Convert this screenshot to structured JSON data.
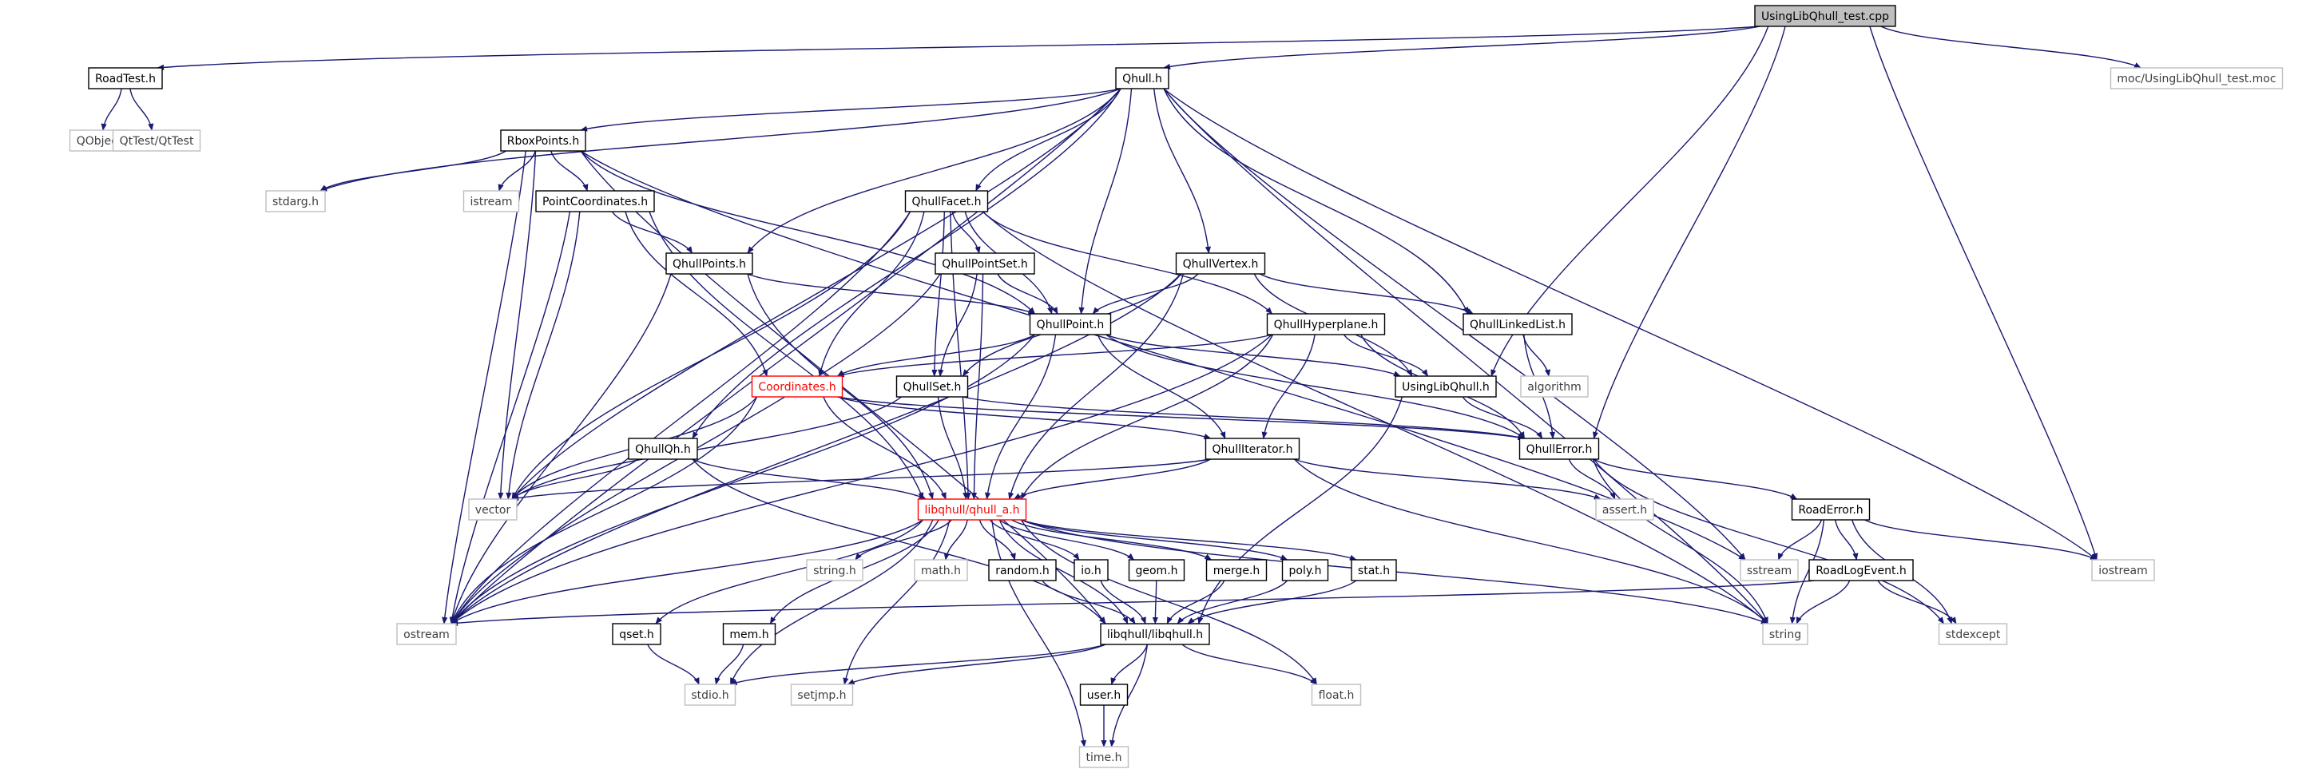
{
  "graph": {
    "colors": {
      "edge": "#191970",
      "node_border": "#000000",
      "node_border_external": "#bfbfbf",
      "node_border_red": "#ff0000",
      "root_fill": "#bfbfbf",
      "text": "#000000",
      "text_external": "#404040",
      "text_red": "#ff0000"
    },
    "nodes": [
      {
        "id": "root",
        "label": "UsingLibQhull_test.cpp",
        "style": "root"
      },
      {
        "id": "roadtest",
        "label": "RoadTest.h",
        "style": "local"
      },
      {
        "id": "qhull",
        "label": "Qhull.h",
        "style": "local"
      },
      {
        "id": "moc",
        "label": "moc/UsingLibQhull_test.moc",
        "style": "external"
      },
      {
        "id": "qobject",
        "label": "QObject",
        "style": "external"
      },
      {
        "id": "qttest",
        "label": "QtTest/QtTest",
        "style": "external"
      },
      {
        "id": "rboxpoints",
        "label": "RboxPoints.h",
        "style": "local"
      },
      {
        "id": "stdarg",
        "label": "stdarg.h",
        "style": "external"
      },
      {
        "id": "istream",
        "label": "istream",
        "style": "external"
      },
      {
        "id": "pointcoords",
        "label": "PointCoordinates.h",
        "style": "local"
      },
      {
        "id": "qhullfacet",
        "label": "QhullFacet.h",
        "style": "local"
      },
      {
        "id": "qhullpoints",
        "label": "QhullPoints.h",
        "style": "local"
      },
      {
        "id": "qhullpointset",
        "label": "QhullPointSet.h",
        "style": "local"
      },
      {
        "id": "qhullvertex",
        "label": "QhullVertex.h",
        "style": "local"
      },
      {
        "id": "qhullpoint",
        "label": "QhullPoint.h",
        "style": "local"
      },
      {
        "id": "qhullhyperplane",
        "label": "QhullHyperplane.h",
        "style": "local"
      },
      {
        "id": "qhulllinkedlist",
        "label": "QhullLinkedList.h",
        "style": "local"
      },
      {
        "id": "algorithm",
        "label": "algorithm",
        "style": "external"
      },
      {
        "id": "coordinates",
        "label": "Coordinates.h",
        "style": "red"
      },
      {
        "id": "qhullset",
        "label": "QhullSet.h",
        "style": "local"
      },
      {
        "id": "usinglibqhull",
        "label": "UsingLibQhull.h",
        "style": "local"
      },
      {
        "id": "qhullerror",
        "label": "QhullError.h",
        "style": "local"
      },
      {
        "id": "qhullqh",
        "label": "QhullQh.h",
        "style": "local"
      },
      {
        "id": "qhulliterator",
        "label": "QhullIterator.h",
        "style": "local"
      },
      {
        "id": "vector",
        "label": "vector",
        "style": "external"
      },
      {
        "id": "qhulla",
        "label": "libqhull/qhull_a.h",
        "style": "red"
      },
      {
        "id": "assert",
        "label": "assert.h",
        "style": "external"
      },
      {
        "id": "roaderror",
        "label": "RoadError.h",
        "style": "local"
      },
      {
        "id": "sstream",
        "label": "sstream",
        "style": "external"
      },
      {
        "id": "iostream",
        "label": "iostream",
        "style": "external"
      },
      {
        "id": "roadlogevent",
        "label": "RoadLogEvent.h",
        "style": "local"
      },
      {
        "id": "stringh",
        "label": "string.h",
        "style": "external"
      },
      {
        "id": "mathh",
        "label": "math.h",
        "style": "external"
      },
      {
        "id": "randomh",
        "label": "random.h",
        "style": "local"
      },
      {
        "id": "ioh",
        "label": "io.h",
        "style": "local"
      },
      {
        "id": "geomh",
        "label": "geom.h",
        "style": "local"
      },
      {
        "id": "mergeh",
        "label": "merge.h",
        "style": "local"
      },
      {
        "id": "polyh",
        "label": "poly.h",
        "style": "local"
      },
      {
        "id": "stath",
        "label": "stat.h",
        "style": "local"
      },
      {
        "id": "ostream",
        "label": "ostream",
        "style": "external"
      },
      {
        "id": "qseth",
        "label": "qset.h",
        "style": "local"
      },
      {
        "id": "memh",
        "label": "mem.h",
        "style": "local"
      },
      {
        "id": "libqhullh",
        "label": "libqhull/libqhull.h",
        "style": "local"
      },
      {
        "id": "stdexcept",
        "label": "stdexcept",
        "style": "external"
      },
      {
        "id": "string",
        "label": "string",
        "style": "external"
      },
      {
        "id": "stdio",
        "label": "stdio.h",
        "style": "external"
      },
      {
        "id": "setjmp",
        "label": "setjmp.h",
        "style": "external"
      },
      {
        "id": "userh",
        "label": "user.h",
        "style": "local"
      },
      {
        "id": "floath",
        "label": "float.h",
        "style": "external"
      },
      {
        "id": "timeh",
        "label": "time.h",
        "style": "external"
      }
    ],
    "edges": [
      [
        "root",
        "roadtest"
      ],
      [
        "root",
        "qhull"
      ],
      [
        "root",
        "moc"
      ],
      [
        "root",
        "usinglibqhull"
      ],
      [
        "root",
        "qhullerror"
      ],
      [
        "root",
        "iostream"
      ],
      [
        "roadtest",
        "qobject"
      ],
      [
        "roadtest",
        "qttest"
      ],
      [
        "qhull",
        "rboxpoints"
      ],
      [
        "qhull",
        "qhullfacet"
      ],
      [
        "qhull",
        "qhullpoints"
      ],
      [
        "qhull",
        "qhullvertex"
      ],
      [
        "qhull",
        "qhullpoint"
      ],
      [
        "qhull",
        "qhulllinkedlist"
      ],
      [
        "qhull",
        "qhullqh"
      ],
      [
        "qhull",
        "stdarg"
      ],
      [
        "qhull",
        "vector"
      ],
      [
        "qhull",
        "ostream"
      ],
      [
        "qhull",
        "sstream"
      ],
      [
        "qhull",
        "string"
      ],
      [
        "qhull",
        "iostream"
      ],
      [
        "rboxpoints",
        "pointcoords"
      ],
      [
        "rboxpoints",
        "stdarg"
      ],
      [
        "rboxpoints",
        "istream"
      ],
      [
        "rboxpoints",
        "qhullpoint"
      ],
      [
        "rboxpoints",
        "vector"
      ],
      [
        "rboxpoints",
        "ostream"
      ],
      [
        "rboxpoints",
        "libqhullh"
      ],
      [
        "rboxpoints",
        "sstream"
      ],
      [
        "pointcoords",
        "qhullpoints"
      ],
      [
        "pointcoords",
        "coordinates"
      ],
      [
        "pointcoords",
        "qhulla"
      ],
      [
        "pointcoords",
        "vector"
      ],
      [
        "pointcoords",
        "ostream"
      ],
      [
        "qhullfacet",
        "qhullpointset"
      ],
      [
        "qhullfacet",
        "qhullpoint"
      ],
      [
        "qhullfacet",
        "qhullhyperplane"
      ],
      [
        "qhullfacet",
        "coordinates"
      ],
      [
        "qhullfacet",
        "qhullset"
      ],
      [
        "qhullfacet",
        "qhulla"
      ],
      [
        "qhullfacet",
        "vector"
      ],
      [
        "qhullfacet",
        "ostream"
      ],
      [
        "qhullfacet",
        "string"
      ],
      [
        "qhullpoints",
        "qhullpoint"
      ],
      [
        "qhullpoints",
        "qhulla"
      ],
      [
        "qhullpoints",
        "ostream"
      ],
      [
        "qhullpointset",
        "qhullpoint"
      ],
      [
        "qhullpointset",
        "qhullset"
      ],
      [
        "qhullpointset",
        "qhulla"
      ],
      [
        "qhullpointset",
        "ostream"
      ],
      [
        "qhullvertex",
        "qhullpoint"
      ],
      [
        "qhullvertex",
        "qhulllinkedlist"
      ],
      [
        "qhullvertex",
        "usinglibqhull"
      ],
      [
        "qhullvertex",
        "qhullset"
      ],
      [
        "qhullvertex",
        "qhulla"
      ],
      [
        "qhullvertex",
        "ostream"
      ],
      [
        "qhullpoint",
        "coordinates"
      ],
      [
        "qhullpoint",
        "qhullerror"
      ],
      [
        "qhullpoint",
        "usinglibqhull"
      ],
      [
        "qhullpoint",
        "qhulliterator"
      ],
      [
        "qhullpoint",
        "qhulla"
      ],
      [
        "qhullpoint",
        "ostream"
      ],
      [
        "qhullhyperplane",
        "coordinates"
      ],
      [
        "qhullhyperplane",
        "qhullerror"
      ],
      [
        "qhullhyperplane",
        "usinglibqhull"
      ],
      [
        "qhullhyperplane",
        "qhulliterator"
      ],
      [
        "qhullhyperplane",
        "qhulla"
      ],
      [
        "qhullhyperplane",
        "ostream"
      ],
      [
        "qhulllinkedlist",
        "algorithm"
      ],
      [
        "qhulllinkedlist",
        "qhullerror"
      ],
      [
        "coordinates",
        "qhulliterator"
      ],
      [
        "coordinates",
        "qhullerror"
      ],
      [
        "coordinates",
        "qhulla"
      ],
      [
        "coordinates",
        "vector"
      ],
      [
        "coordinates",
        "ostream"
      ],
      [
        "qhullset",
        "qhullerror"
      ],
      [
        "qhullset",
        "qhulla"
      ],
      [
        "qhullset",
        "vector"
      ],
      [
        "usinglibqhull",
        "qhullerror"
      ],
      [
        "usinglibqhull",
        "libqhullh"
      ],
      [
        "qhullerror",
        "roaderror"
      ],
      [
        "qhullerror",
        "assert"
      ],
      [
        "qhullerror",
        "stdexcept"
      ],
      [
        "qhullerror",
        "string"
      ],
      [
        "qhullqh",
        "qhulla"
      ],
      [
        "qhullqh",
        "vector"
      ],
      [
        "qhullqh",
        "libqhullh"
      ],
      [
        "qhulliterator",
        "qhulla"
      ],
      [
        "qhulliterator",
        "assert"
      ],
      [
        "qhulliterator",
        "vector"
      ],
      [
        "qhulliterator",
        "string"
      ],
      [
        "qhulla",
        "stringh"
      ],
      [
        "qhulla",
        "mathh"
      ],
      [
        "qhulla",
        "randomh"
      ],
      [
        "qhulla",
        "ioh"
      ],
      [
        "qhulla",
        "geomh"
      ],
      [
        "qhulla",
        "mergeh"
      ],
      [
        "qhulla",
        "polyh"
      ],
      [
        "qhulla",
        "stath"
      ],
      [
        "qhulla",
        "qseth"
      ],
      [
        "qhulla",
        "memh"
      ],
      [
        "qhulla",
        "libqhullh"
      ],
      [
        "qhulla",
        "stdio"
      ],
      [
        "qhulla",
        "setjmp"
      ],
      [
        "qhulla",
        "floath"
      ],
      [
        "qhulla",
        "timeh"
      ],
      [
        "qhulla",
        "ostream"
      ],
      [
        "qhulla",
        "string"
      ],
      [
        "roaderror",
        "roadlogevent"
      ],
      [
        "roaderror",
        "sstream"
      ],
      [
        "roaderror",
        "iostream"
      ],
      [
        "roaderror",
        "stdexcept"
      ],
      [
        "roaderror",
        "string"
      ],
      [
        "roadlogevent",
        "ostream"
      ],
      [
        "roadlogevent",
        "stdexcept"
      ],
      [
        "roadlogevent",
        "string"
      ],
      [
        "randomh",
        "libqhullh"
      ],
      [
        "ioh",
        "libqhullh"
      ],
      [
        "geomh",
        "libqhullh"
      ],
      [
        "mergeh",
        "libqhullh"
      ],
      [
        "polyh",
        "libqhullh"
      ],
      [
        "stath",
        "libqhullh"
      ],
      [
        "qseth",
        "stdio"
      ],
      [
        "memh",
        "stdio"
      ],
      [
        "libqhullh",
        "userh"
      ],
      [
        "libqhullh",
        "stdio"
      ],
      [
        "libqhullh",
        "setjmp"
      ],
      [
        "libqhullh",
        "floath"
      ],
      [
        "libqhullh",
        "timeh"
      ],
      [
        "userh",
        "timeh"
      ]
    ]
  }
}
